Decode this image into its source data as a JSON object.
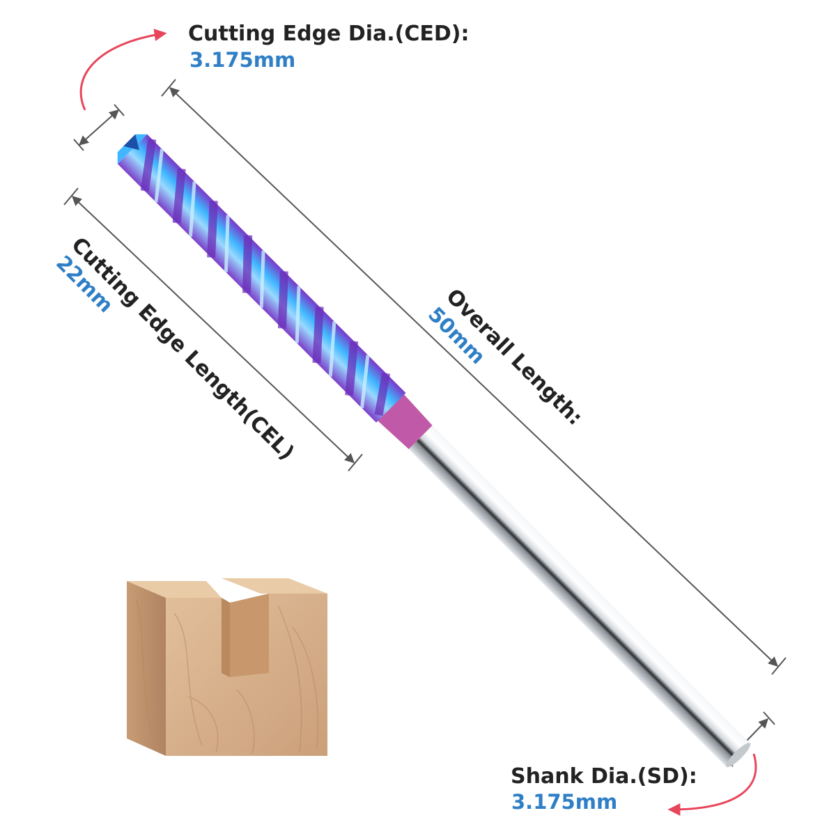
{
  "labels": {
    "cutting_edge_dia": {
      "title": "Cutting Edge Dia.(CED):",
      "value": "3.175mm"
    },
    "cutting_edge_length": {
      "title": "Cutting Edge Length(CEL)",
      "value": "22mm"
    },
    "overall_length": {
      "title": "Overall Length:",
      "value": "50mm"
    },
    "shank_dia": {
      "title": "Shank Dia.(SD):",
      "value": "3.175mm"
    }
  },
  "colors": {
    "label_text": "#222222",
    "value_text": "#2f7fc6",
    "dimension_line": "#555555",
    "curved_arrow": "#e8455a",
    "coating_blue": "#3fb6ff",
    "coating_purple": "#8a3fd0",
    "shank_silver": "#d9dde2",
    "wood": "#d9b48f"
  },
  "icons": {
    "ced_arrow": "curved-arrow-icon",
    "sd_arrow": "curved-arrow-icon"
  }
}
